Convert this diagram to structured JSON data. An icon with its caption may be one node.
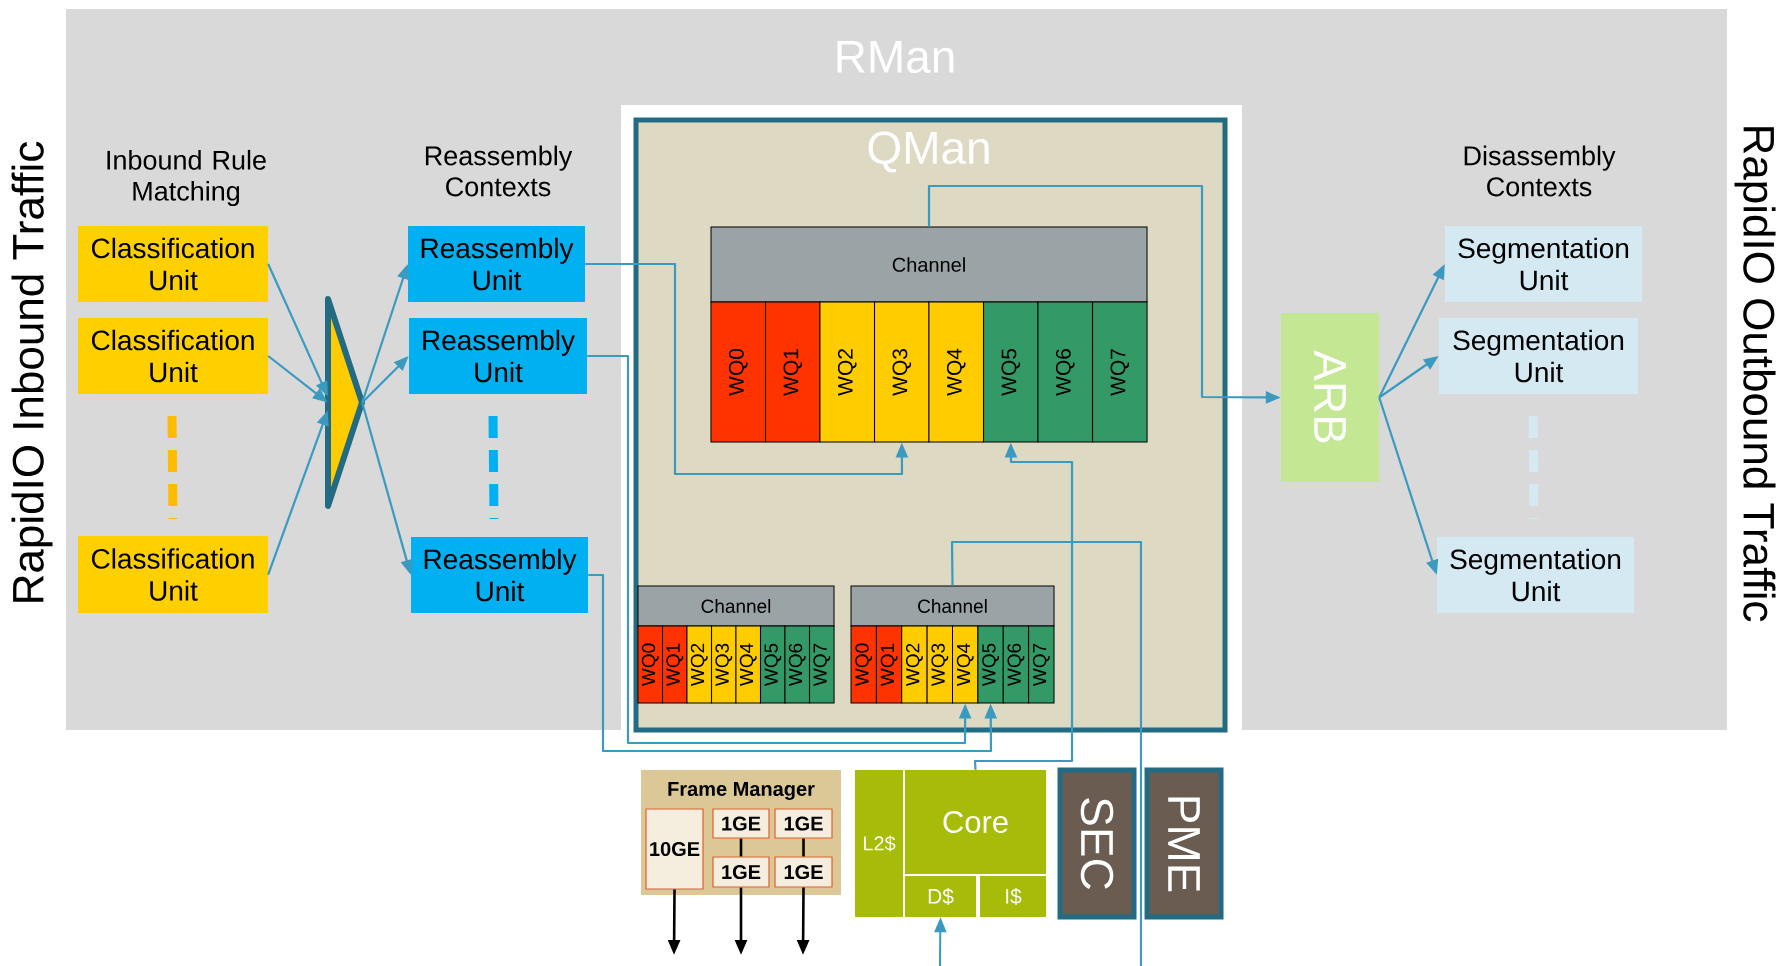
{
  "diagram": {
    "nodes": [
      {
        "text": [
          "RMan"
        ]
      },
      {
        "text": [
          "Classification Unit"
        ],
        "in": 0
      },
      {
        "text": [
          "Classification Unit"
        ],
        "in": 0
      },
      {
        "text": [
          "Classification Unit"
        ],
        "in": 0
      },
      {
        "text": [],
        "shape": "triangle",
        "in": 0
      },
      {
        "text": [
          "Reassembly Unit"
        ],
        "in": 0
      },
      {
        "text": [
          "Reassembly Unit"
        ],
        "in": 0
      },
      {
        "text": [
          "Reassembly Unit"
        ],
        "in": 0
      },
      {
        "text": [
          "QMan"
        ],
        "in": 0
      },
      {
        "text": [
          "Channel"
        ],
        "in": 8
      },
      {
        "text": [
          "WQ0"
        ],
        "in": 8
      },
      {
        "text": [
          "WQ1"
        ],
        "in": 8
      },
      {
        "text": [
          "WQ2"
        ],
        "in": 8
      },
      {
        "text": [
          "WQ3"
        ],
        "in": 8
      },
      {
        "text": [
          "WQ4"
        ],
        "in": 8
      },
      {
        "text": [
          "WQ5"
        ],
        "in": 8
      },
      {
        "text": [
          "WQ6"
        ],
        "in": 8
      },
      {
        "text": [
          "WQ7"
        ],
        "in": 8
      },
      {
        "text": [
          "Channel"
        ],
        "in": 8
      },
      {
        "text": [
          "WQ0"
        ],
        "in": 8
      },
      {
        "text": [
          "WQ1"
        ],
        "in": 8
      },
      {
        "text": [
          "WQ2"
        ],
        "in": 8
      },
      {
        "text": [
          "WQ3"
        ],
        "in": 8
      },
      {
        "text": [
          "WQ4"
        ],
        "in": 8
      },
      {
        "text": [
          "WQ5"
        ],
        "in": 8
      },
      {
        "text": [
          "WQ6"
        ],
        "in": 8
      },
      {
        "text": [
          "WQ7"
        ],
        "in": 8
      },
      {
        "text": [
          "Channel"
        ],
        "in": 8
      },
      {
        "text": [
          "WQ0"
        ],
        "in": 8
      },
      {
        "text": [
          "WQ1"
        ],
        "in": 8
      },
      {
        "text": [
          "WQ2"
        ],
        "in": 8
      },
      {
        "text": [
          "WQ3"
        ],
        "in": 8
      },
      {
        "text": [
          "WQ4"
        ],
        "in": 8
      },
      {
        "text": [
          "WQ5"
        ],
        "in": 8
      },
      {
        "text": [
          "WQ6"
        ],
        "in": 8
      },
      {
        "text": [
          "WQ7"
        ],
        "in": 8
      },
      {
        "text": [
          "ARB"
        ],
        "in": 0
      },
      {
        "text": [
          "Segmentation Unit"
        ],
        "in": 0
      },
      {
        "text": [
          "Segmentation Unit"
        ],
        "in": 0
      },
      {
        "text": [
          "Segmentation Unit"
        ],
        "in": 0
      },
      {
        "text": [
          "Frame Manager"
        ]
      },
      {
        "text": [
          "10GE"
        ],
        "in": 40
      },
      {
        "text": [
          "1GE"
        ],
        "in": 40
      },
      {
        "text": [
          "1GE"
        ],
        "in": 40
      },
      {
        "text": [
          "1GE"
        ],
        "in": 40
      },
      {
        "text": [
          "1GE"
        ],
        "in": 40
      },
      {
        "text": [
          "L2$"
        ]
      },
      {
        "text": [
          "Core"
        ]
      },
      {
        "text": [
          "D$"
        ]
      },
      {
        "text": [
          "I$"
        ]
      },
      {
        "text": [
          "SEC"
        ]
      },
      {
        "text": [
          "PME"
        ]
      }
    ],
    "edges": [
      {
        "from": 1,
        "to": 4,
        "arrow": "to"
      },
      {
        "from": 2,
        "to": 4,
        "arrow": "to"
      },
      {
        "from": 3,
        "to": 4,
        "arrow": "to"
      },
      {
        "from": 4,
        "to": 5,
        "arrow": "to"
      },
      {
        "from": 4,
        "to": 6,
        "arrow": "to"
      },
      {
        "from": 4,
        "to": 7,
        "arrow": "to"
      },
      {
        "from": 5,
        "to": 13,
        "arrow": "to"
      },
      {
        "from": 6,
        "to": 32,
        "arrow": "to"
      },
      {
        "from": 7,
        "to": 33,
        "arrow": "to"
      },
      {
        "from": 47,
        "to": 15,
        "arrow": "to"
      },
      {
        "from": 27,
        "to": null,
        "arrow": "none"
      },
      {
        "from": 9,
        "to": 36,
        "arrow": "to"
      },
      {
        "from": 36,
        "to": 37,
        "arrow": "to"
      },
      {
        "from": 36,
        "to": 38,
        "arrow": "to"
      },
      {
        "from": 36,
        "to": 39,
        "arrow": "to"
      },
      {
        "from": null,
        "to": 48,
        "arrow": "to"
      },
      {
        "from": 41,
        "to": null,
        "arrow": "to",
        "color": "#000000"
      },
      {
        "from": 44,
        "to": null,
        "arrow": "to",
        "color": "#000000"
      },
      {
        "from": 45,
        "to": null,
        "arrow": "to",
        "color": "#000000"
      },
      {
        "from": 42,
        "to": 44,
        "arrow": "none",
        "color": "#000000"
      },
      {
        "from": 43,
        "to": 45,
        "arrow": "none",
        "color": "#000000"
      }
    ],
    "labels": [
      "RapidIO Inbound Traffic",
      "Inbound Rule Matching",
      "Reassembly Contexts",
      "Disassembly Contexts",
      "RapidIO Outbound Traffic"
    ]
  }
}
